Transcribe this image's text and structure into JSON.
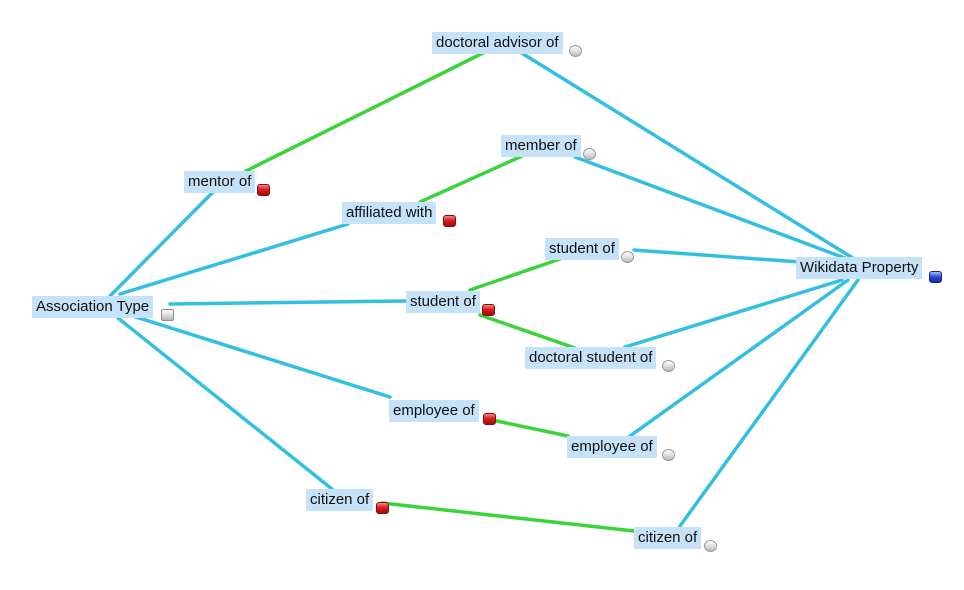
{
  "nodes": [
    {
      "id": "wikidata_property",
      "label": "Wikidata Property",
      "icon": "node-type-blue-icon",
      "color": "#2a47d4"
    },
    {
      "id": "association_type",
      "label": "Association Type",
      "icon": "node-type-gray-square-icon",
      "color": "#c8c8c8"
    },
    {
      "id": "doctoral_advisor_of",
      "label": "doctoral advisor of",
      "icon": "node-gray-circle-icon",
      "color": "#d0d0d0"
    },
    {
      "id": "member_of",
      "label": "member of",
      "icon": "node-gray-circle-icon",
      "color": "#d0d0d0"
    },
    {
      "id": "student_of_prop",
      "label": "student of",
      "icon": "node-gray-circle-icon",
      "color": "#d0d0d0"
    },
    {
      "id": "doctoral_student_of",
      "label": "doctoral student of",
      "icon": "node-gray-circle-icon",
      "color": "#d0d0d0"
    },
    {
      "id": "employee_of_prop",
      "label": "employee of",
      "icon": "node-gray-circle-icon",
      "color": "#d0d0d0"
    },
    {
      "id": "citizen_of_prop",
      "label": "citizen of",
      "icon": "node-gray-circle-icon",
      "color": "#d0d0d0"
    },
    {
      "id": "mentor_of",
      "label": "mentor of",
      "icon": "node-red-icon",
      "color": "#d81f1f"
    },
    {
      "id": "affiliated_with",
      "label": "affiliated with",
      "icon": "node-red-icon",
      "color": "#d81f1f"
    },
    {
      "id": "student_of_assoc",
      "label": "student of",
      "icon": "node-red-icon",
      "color": "#d81f1f"
    },
    {
      "id": "employee_of_assoc",
      "label": "employee of",
      "icon": "node-red-icon",
      "color": "#d81f1f"
    },
    {
      "id": "citizen_of_assoc",
      "label": "citizen of",
      "icon": "node-red-icon",
      "color": "#d81f1f"
    }
  ],
  "edges": [
    {
      "from": "association_type",
      "to": "mentor_of",
      "kind": "instance"
    },
    {
      "from": "association_type",
      "to": "affiliated_with",
      "kind": "instance"
    },
    {
      "from": "association_type",
      "to": "student_of_assoc",
      "kind": "instance"
    },
    {
      "from": "association_type",
      "to": "employee_of_assoc",
      "kind": "instance"
    },
    {
      "from": "association_type",
      "to": "citizen_of_assoc",
      "kind": "instance"
    },
    {
      "from": "wikidata_property",
      "to": "doctoral_advisor_of",
      "kind": "instance"
    },
    {
      "from": "wikidata_property",
      "to": "member_of",
      "kind": "instance"
    },
    {
      "from": "wikidata_property",
      "to": "student_of_prop",
      "kind": "instance"
    },
    {
      "from": "wikidata_property",
      "to": "doctoral_student_of",
      "kind": "instance"
    },
    {
      "from": "wikidata_property",
      "to": "employee_of_prop",
      "kind": "instance"
    },
    {
      "from": "wikidata_property",
      "to": "citizen_of_prop",
      "kind": "instance"
    },
    {
      "from": "mentor_of",
      "to": "doctoral_advisor_of",
      "kind": "mapping"
    },
    {
      "from": "affiliated_with",
      "to": "member_of",
      "kind": "mapping"
    },
    {
      "from": "student_of_assoc",
      "to": "student_of_prop",
      "kind": "mapping"
    },
    {
      "from": "student_of_assoc",
      "to": "doctoral_student_of",
      "kind": "mapping"
    },
    {
      "from": "employee_of_assoc",
      "to": "employee_of_prop",
      "kind": "mapping"
    },
    {
      "from": "citizen_of_assoc",
      "to": "citizen_of_prop",
      "kind": "mapping"
    }
  ],
  "colors": {
    "instance_edge": "#33bfe0",
    "mapping_edge": "#3ad43a",
    "label_background": "#c6e2f8"
  }
}
